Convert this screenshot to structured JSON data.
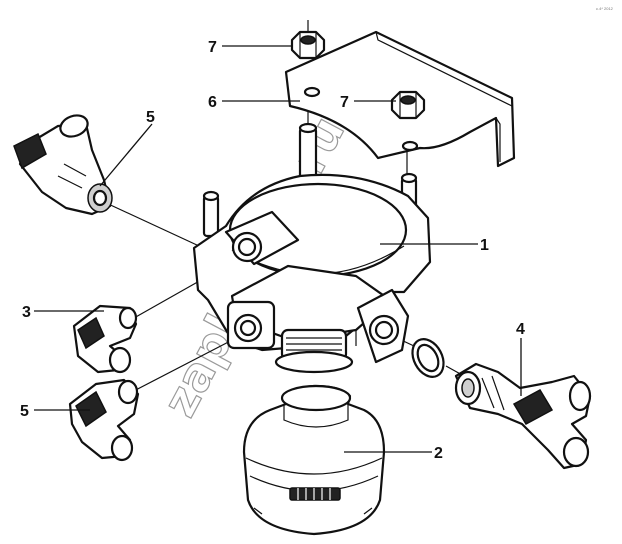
{
  "watermark": "zapkamaz.ru",
  "corner_mark": "с.4* 2012",
  "callouts": [
    {
      "id": "c7a",
      "label": "7"
    },
    {
      "id": "c6",
      "label": "6"
    },
    {
      "id": "c7b",
      "label": "7"
    },
    {
      "id": "c5a",
      "label": "5"
    },
    {
      "id": "c1",
      "label": "1"
    },
    {
      "id": "c3",
      "label": "3"
    },
    {
      "id": "c4",
      "label": "4"
    },
    {
      "id": "c5b",
      "label": "5"
    },
    {
      "id": "c2",
      "label": "2"
    }
  ]
}
